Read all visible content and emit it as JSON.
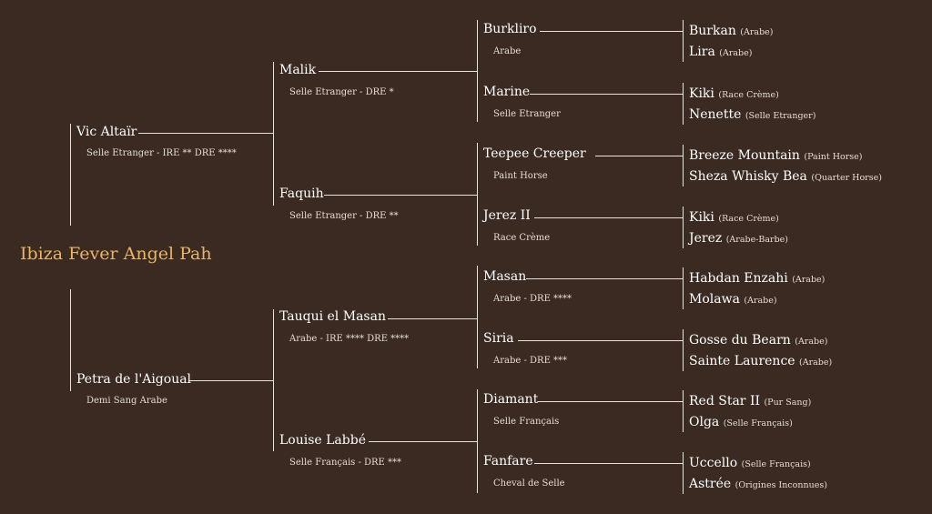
{
  "subject": "Ibiza Fever Angel Pah",
  "colors": {
    "background": "#3a2a22",
    "line": "#e8e2da",
    "subject": "#e8b466",
    "text": "#ffffff"
  },
  "parents": [
    {
      "name": "Vic Altaïr",
      "info": "Selle Etranger - IRE **   DRE ****"
    },
    {
      "name": "Petra de l'Aigoual",
      "info": "Demi Sang Arabe"
    }
  ],
  "grandparents": [
    {
      "name": "Malik",
      "info": "Selle Etranger - DRE *"
    },
    {
      "name": "Faquih",
      "info": "Selle Etranger - DRE **"
    },
    {
      "name": "Tauqui el Masan",
      "info": "Arabe - IRE **** DRE ****"
    },
    {
      "name": "Louise Labbé",
      "info": "Selle Français - DRE ***"
    }
  ],
  "great_grandparents": [
    {
      "name": "Burkliro",
      "info": "Arabe"
    },
    {
      "name": "Marine",
      "info": "Selle Etranger"
    },
    {
      "name": "Teepee Creeper",
      "info": "Paint Horse"
    },
    {
      "name": "Jerez II",
      "info": "Race Crème"
    },
    {
      "name": "Masan",
      "info": "Arabe - DRE ****"
    },
    {
      "name": "Siria",
      "info": "Arabe - DRE ***"
    },
    {
      "name": "Diamant",
      "info": "Selle Français"
    },
    {
      "name": "Fanfare",
      "info": "Cheval de Selle"
    }
  ],
  "great_great_grandparents": [
    {
      "name": "Burkan",
      "note": "(Arabe)"
    },
    {
      "name": "Lira",
      "note": "(Arabe)"
    },
    {
      "name": "Kiki",
      "note": "(Race Crème)"
    },
    {
      "name": "Nenette",
      "note": "(Selle Etranger)"
    },
    {
      "name": "Breeze Mountain",
      "note": "(Paint Horse)"
    },
    {
      "name": "Sheza Whisky Bea",
      "note": "(Quarter Horse)"
    },
    {
      "name": "Kiki",
      "note": "(Race Crème)"
    },
    {
      "name": "Jerez",
      "note": "(Arabe-Barbe)"
    },
    {
      "name": "Habdan Enzahi",
      "note": "(Arabe)"
    },
    {
      "name": "Molawa",
      "note": "(Arabe)"
    },
    {
      "name": "Gosse du Bearn",
      "note": "(Arabe)"
    },
    {
      "name": "Sainte Laurence",
      "note": "(Arabe)"
    },
    {
      "name": "Red Star II",
      "note": "(Pur Sang)"
    },
    {
      "name": "Olga",
      "note": "(Selle Français)"
    },
    {
      "name": "Uccello",
      "note": "(Selle Français)"
    },
    {
      "name": "Astrée",
      "note": "(Origines Inconnues)"
    }
  ]
}
